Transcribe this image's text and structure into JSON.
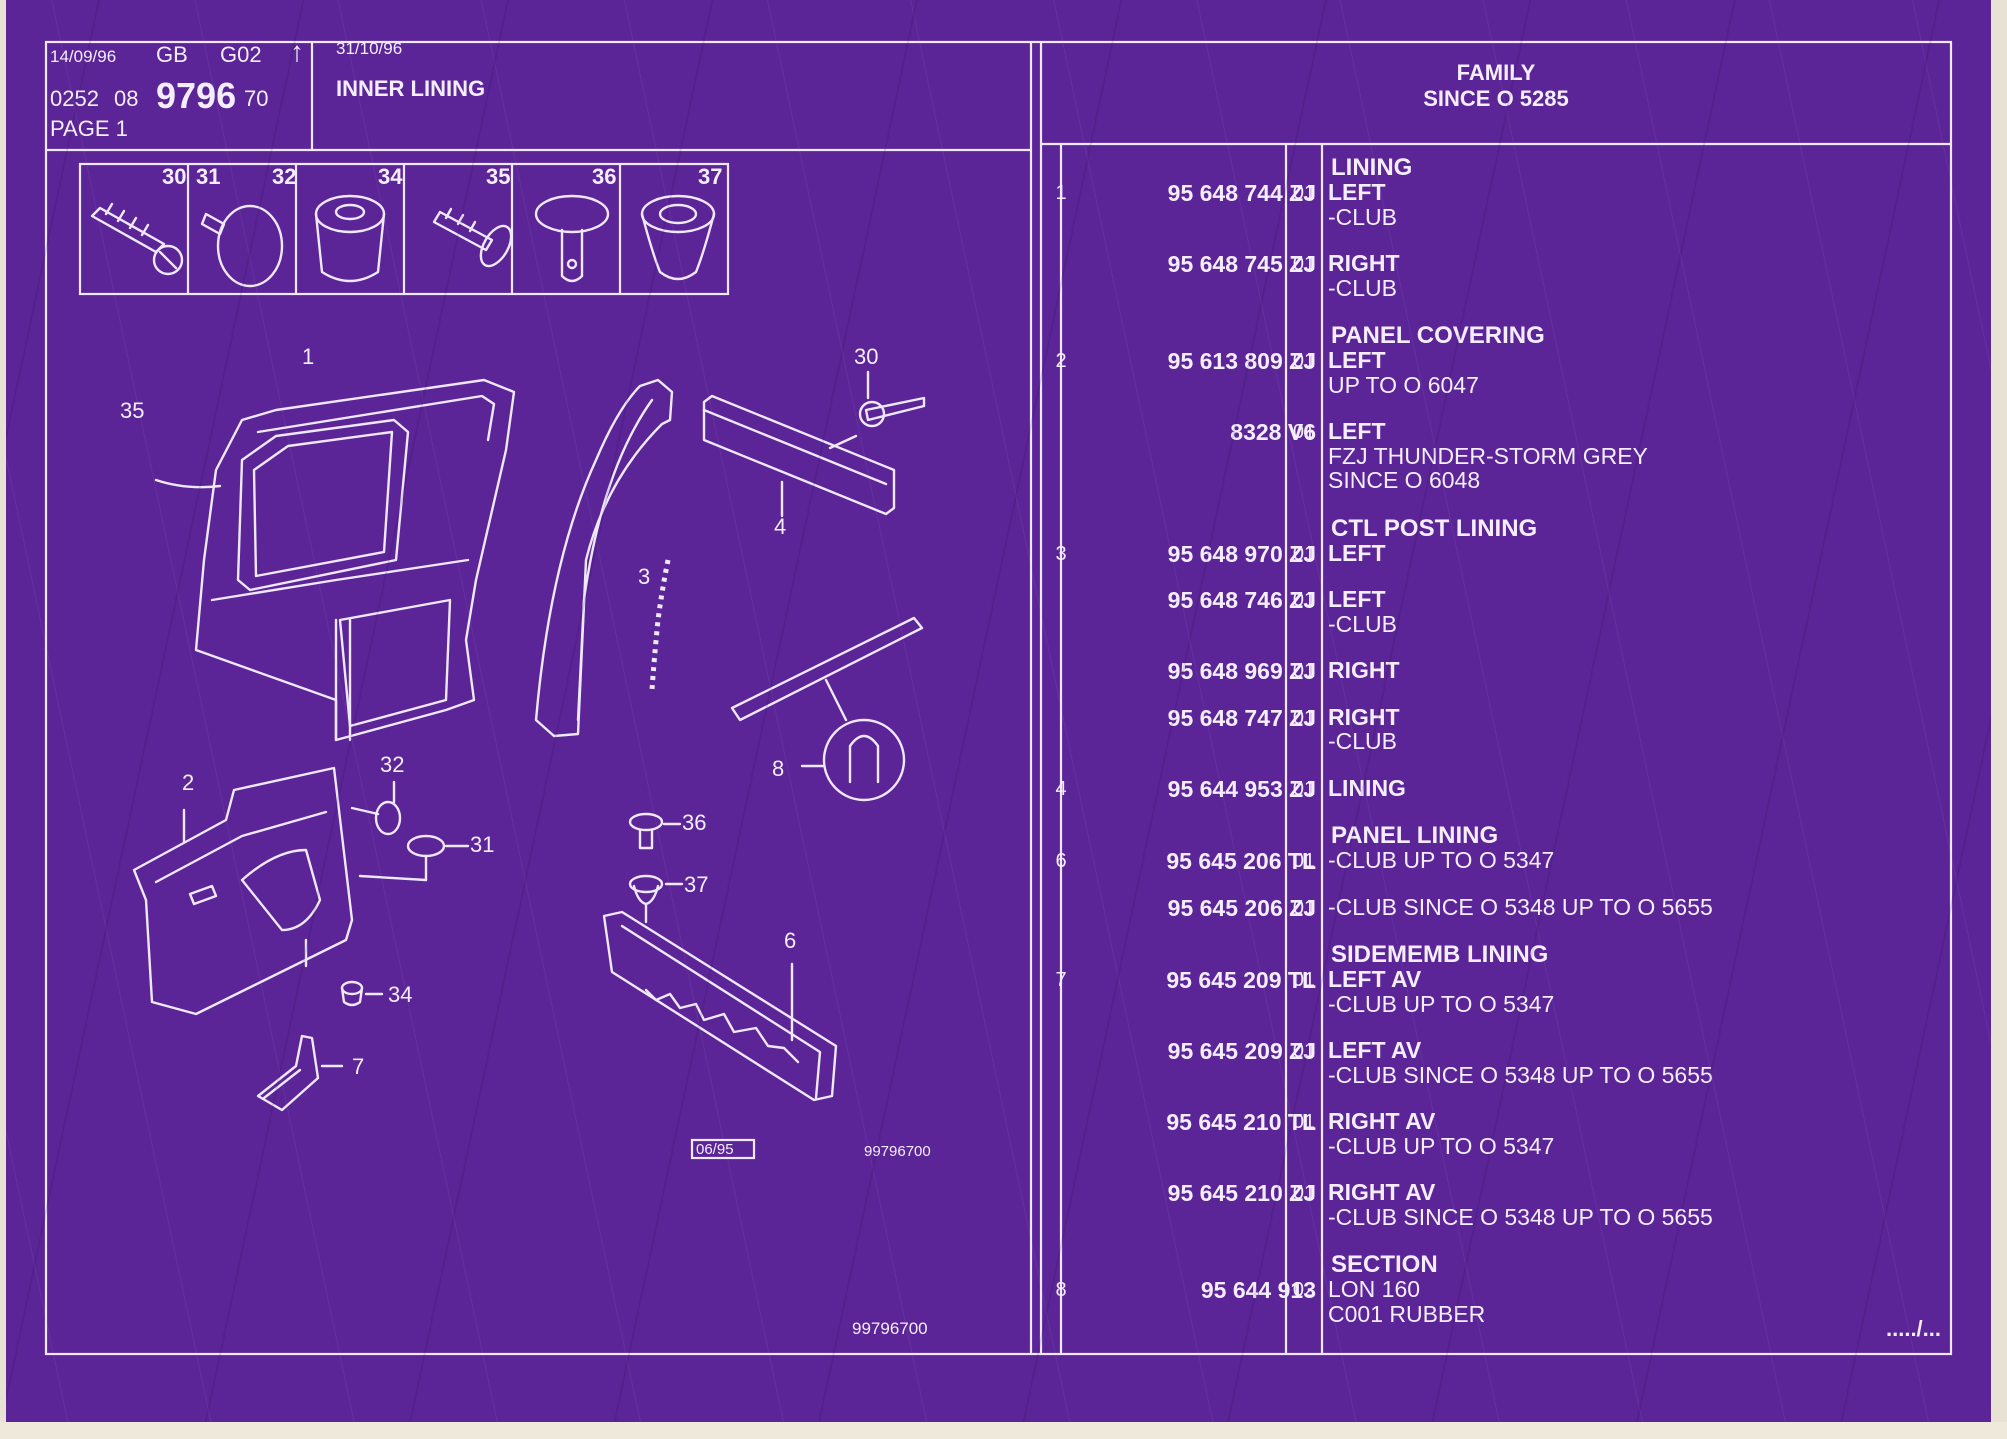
{
  "header": {
    "date_issue": "14/09/96",
    "lang": "GB",
    "code": "G02",
    "arrow": "↑",
    "ref_a": "0252",
    "ref_b": "08",
    "ref_main": "9796",
    "ref_c": "70",
    "page": "PAGE 1",
    "date_update": "31/10/96",
    "title": "INNER LINING",
    "family_label": "FAMILY",
    "family_since": "SINCE O  5285"
  },
  "fasteners": [
    "30",
    "31",
    "32",
    "34",
    "35",
    "36",
    "37"
  ],
  "diagram": {
    "stamp": "06/95",
    "drawing_code_small": "99796700",
    "drawing_code": "99796700",
    "callouts": [
      "1",
      "2",
      "3",
      "4",
      "6",
      "7",
      "8",
      "30",
      "31",
      "32",
      "34",
      "35",
      "36",
      "37"
    ]
  },
  "parts": [
    {
      "group": "LINING"
    },
    {
      "ref": "1",
      "part": "95 648 744 ZJ",
      "qty": "01",
      "lines": [
        "LEFT",
        "-CLUB"
      ]
    },
    {
      "part": "95 648 745 ZJ",
      "qty": "01",
      "lines": [
        "RIGHT",
        "-CLUB"
      ]
    },
    {
      "group": "PANEL COVERING"
    },
    {
      "ref": "2",
      "part": "95 613 809 ZJ",
      "qty": "01",
      "lines": [
        "LEFT",
        "UP  TO  O  6047"
      ]
    },
    {
      "part": "8328 V6",
      "qty": "01",
      "lines": [
        "LEFT",
        "FZJ THUNDER-STORM GREY",
        "SINCE  O  6048"
      ]
    },
    {
      "group": "CTL POST LINING"
    },
    {
      "ref": "3",
      "part": "95 648 970 ZJ",
      "qty": "01",
      "lines": [
        "LEFT"
      ]
    },
    {
      "part": "95 648 746 ZJ",
      "qty": "01",
      "lines": [
        "LEFT",
        "-CLUB"
      ]
    },
    {
      "part": "95 648 969 ZJ",
      "qty": "01",
      "lines": [
        "RIGHT"
      ]
    },
    {
      "part": "95 648 747 ZJ",
      "qty": "01",
      "lines": [
        "RIGHT",
        "-CLUB"
      ]
    },
    {
      "ref": "4",
      "part": "95 644 953 ZJ",
      "qty": "01",
      "lines": [
        "LINING"
      ]
    },
    {
      "group": "PANEL LINING"
    },
    {
      "ref": "6",
      "part": "95 645 206 TL",
      "qty": "01",
      "lines": [
        "-CLUB UP  TO  O  5347"
      ]
    },
    {
      "part": "95 645 206 ZJ",
      "qty": "01",
      "lines": [
        "-CLUB SINCE  O  5348 UP  TO  O  5655"
      ]
    },
    {
      "group": "SIDEMEMB LINING"
    },
    {
      "ref": "7",
      "part": "95 645 209 TL",
      "qty": "01",
      "lines": [
        "LEFT AV",
        "-CLUB UP  TO  O  5347"
      ]
    },
    {
      "part": "95 645 209 ZJ",
      "qty": "01",
      "lines": [
        "LEFT AV",
        "-CLUB SINCE  O  5348 UP  TO  O  5655"
      ]
    },
    {
      "part": "95 645 210 TL",
      "qty": "01",
      "lines": [
        "RIGHT AV",
        "-CLUB UP  TO  O  5347"
      ]
    },
    {
      "part": "95 645 210 ZJ",
      "qty": "01",
      "lines": [
        "RIGHT AV",
        "-CLUB SINCE  O  5348 UP  TO  O  5655"
      ]
    },
    {
      "group": "SECTION"
    },
    {
      "ref": "8",
      "part": "95 644 913",
      "qty": "02",
      "lines": [
        "LON 160",
        "C001 RUBBER"
      ]
    }
  ],
  "continued": "...../..."
}
